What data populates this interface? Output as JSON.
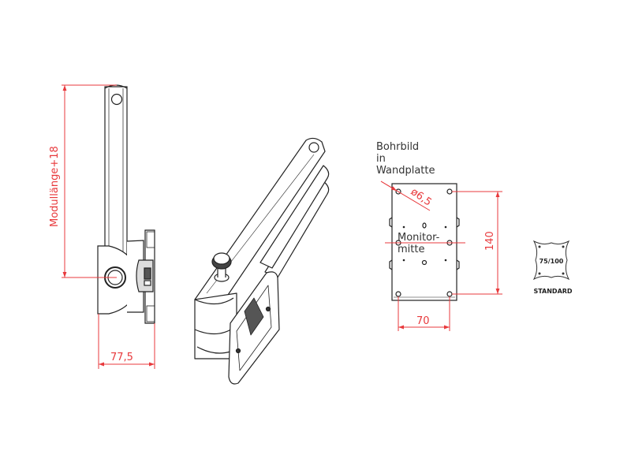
{
  "colors": {
    "dimension": "#e8393c",
    "outline": "#222222",
    "background": "#ffffff"
  },
  "side_view": {
    "height_dimension": "Modullänge+18",
    "width_dimension": "77,5"
  },
  "drilling_pattern": {
    "title_line1": "Bohrbild",
    "title_line2": "in",
    "title_line3": "Wandplatte",
    "hole_diameter": "ø6,5",
    "center_label_line1": "Monitor-",
    "center_label_line2": "mitte",
    "height_dimension": "140",
    "width_dimension": "70"
  },
  "vesa_badge": {
    "size_label": "75/100",
    "caption": "STANDARD"
  }
}
